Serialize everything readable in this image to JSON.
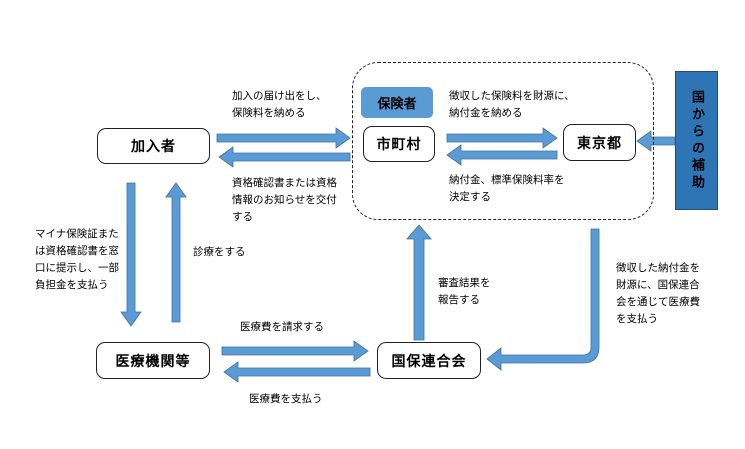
{
  "nodes": {
    "member": "加入者",
    "medical": "医療機関等",
    "federation": "国保連合会",
    "municipality": "市町村",
    "tokyo": "東京都",
    "insurer_tag": "保険者",
    "national_subsidy": "国からの補助"
  },
  "edges": {
    "member_to_municipality": [
      "加入の届け出をし、",
      "保険料を納める"
    ],
    "municipality_to_member": [
      "資格確認書または資格",
      "情報のお知らせを交付",
      "する"
    ],
    "municipality_to_tokyo": [
      "徴収した保険料を財源に、",
      "納付金を納める"
    ],
    "tokyo_to_municipality": [
      "納付金、標準保険料率を",
      "決定する"
    ],
    "member_to_medical": [
      "マイナ保険証また",
      "は資格確認書を窓",
      "口に提示し、一部",
      "負担金を支払う"
    ],
    "medical_to_member": [
      "診療をする"
    ],
    "medical_to_federation": [
      "医療費を請求する"
    ],
    "federation_to_medical": [
      "医療費を支払う"
    ],
    "federation_to_municipality": [
      "審査結果を",
      "報告する"
    ],
    "tokyo_to_federation": [
      "徴収した納付金を",
      "財源に、国保連合",
      "会を通じて医療費",
      "を支払う"
    ]
  },
  "colors": {
    "arrow_fill": "#5b9bd5",
    "arrow_stroke": "#41719c",
    "subsidy_fill": "#2e75b6",
    "insurer_tag_fill": "#5b9bd5"
  }
}
